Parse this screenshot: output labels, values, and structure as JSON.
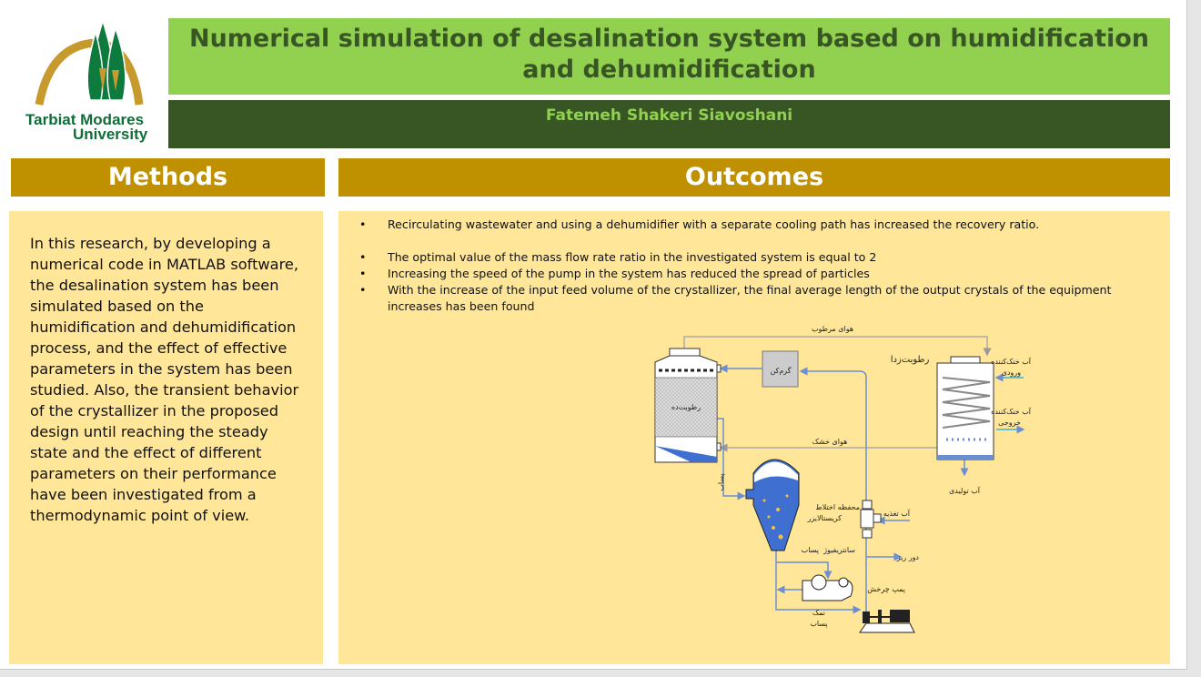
{
  "logo": {
    "line1": "Tarbiat Modares",
    "line2": "University"
  },
  "header": {
    "title": "Numerical simulation of desalination system based on humidification and dehumidification",
    "author": "Fatemeh Shakeri Siavoshani"
  },
  "methods": {
    "heading": "Methods",
    "body": "In this research, by developing a numerical code in MATLAB software, the desalination system has been simulated based on the humidification and dehumidification process, and the effect of effective parameters in the system has been studied. Also, the transient behavior of the crystallizer in the proposed design until reaching the steady state and the effect of different parameters on their performance have been investigated from a thermodynamic point of view."
  },
  "outcomes": {
    "heading": "Outcomes",
    "bullets": [
      "Recirculating wastewater and using a dehumidifier with a separate cooling path has increased the recovery ratio.",
      "The optimal value of the mass flow rate ratio in the investigated system is equal to 2",
      "Increasing the speed of the pump in the system has reduced the spread of particles",
      "With the increase of the input feed volume of the crystallizer, the final average length of the output crystals of the equipment increases has been found"
    ]
  },
  "diagram": {
    "humid_air": "هوای مرطوب",
    "heater": "گرم‌کن",
    "humidifier": "رطوبت‌ده",
    "dehumidifier": "رطوبت‌زدا",
    "cooling_in_1": "آب خنک‌کننده",
    "cooling_in_2": "ورودی",
    "cooling_out_1": "آب خنک‌کننده",
    "cooling_out_2": "خروجی",
    "dry_air": "هوای خشک",
    "product_water": "آب تولیدی",
    "brine_left": "پساب",
    "mixing_chamber": "محفظه اختلاط",
    "feed_water": "آب تغذیه",
    "crystallizer": "کریستالایزر",
    "centrifuge": "سانتریفیوژ",
    "brine_top": "پساب",
    "drain": "دور ریز",
    "circulation_pump": "پمپ چرخش",
    "salt": "نمک",
    "brine_bottom": "پساب"
  },
  "colors": {
    "title_bg": "#92d050",
    "author_bg": "#375623",
    "section_bg": "#bf9000",
    "panel_bg": "#ffe699",
    "pipe": "#6b8fd1",
    "water": "#3f6fd0"
  }
}
